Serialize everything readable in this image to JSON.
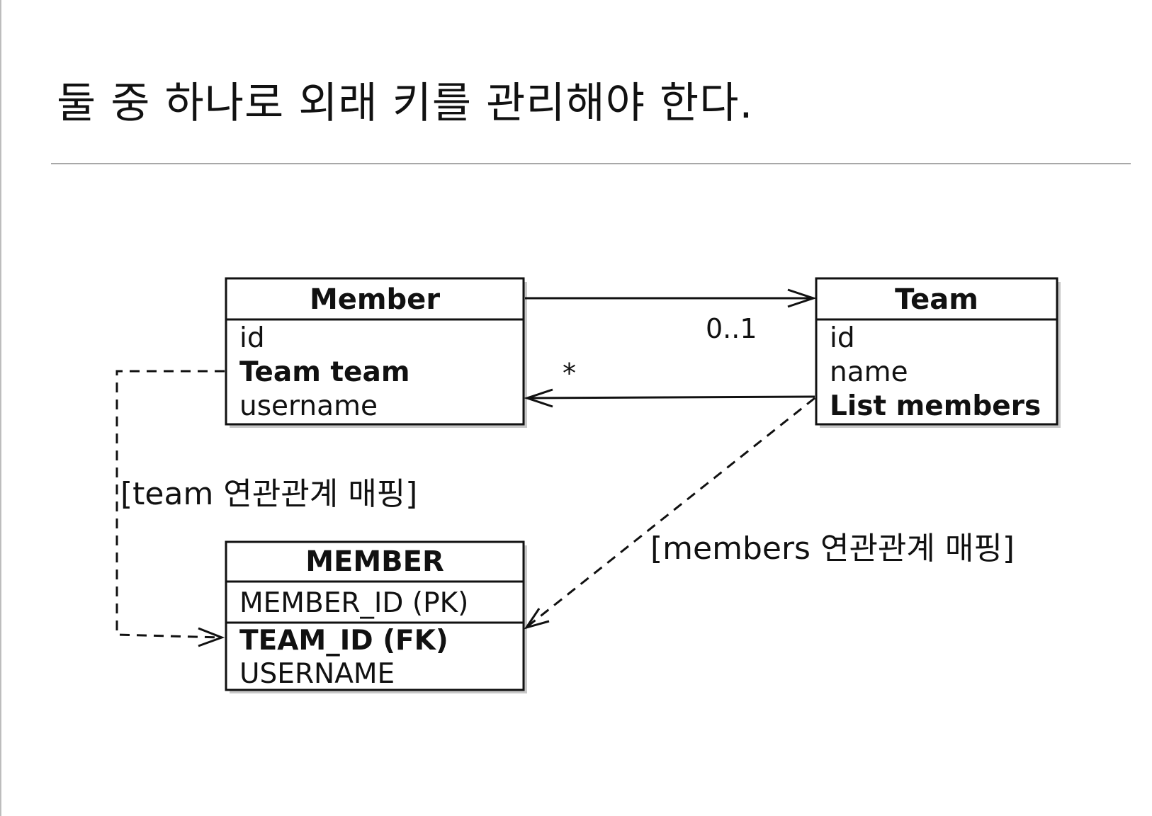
{
  "slide": {
    "title": "둘 중 하나로 외래 키를 관리해야 한다."
  },
  "diagram": {
    "member_class": {
      "title": "Member",
      "fields": [
        "id",
        "Team team",
        "username"
      ]
    },
    "team_class": {
      "title": "Team",
      "fields": [
        "id",
        "name",
        "List members"
      ]
    },
    "member_table": {
      "title": "MEMBER",
      "pk_field": "MEMBER_ID (PK)",
      "fk_field": "TEAM_ID (FK)",
      "other_field": "USERNAME"
    },
    "member_to_team_multiplicity": "0..1",
    "team_to_member_multiplicity": "*",
    "team_mapping_label": "[team 연관관계 매핑]",
    "members_mapping_label": "[members 연관관계 매핑]"
  }
}
